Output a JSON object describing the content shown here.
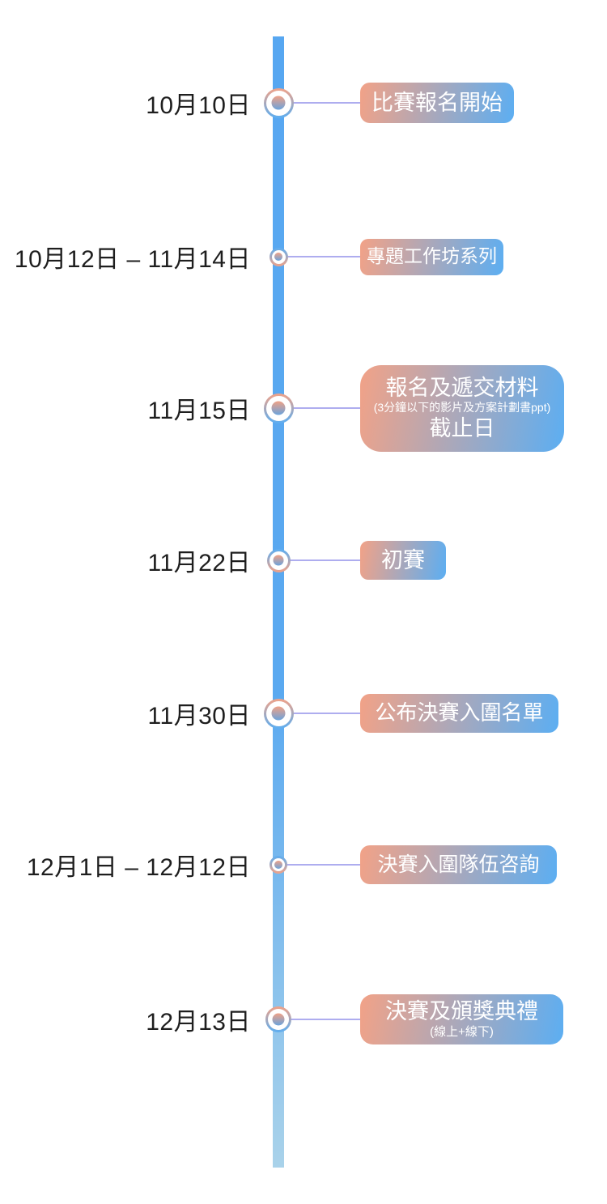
{
  "palette": {
    "axis_top": "#57a7f1",
    "axis_mid": "#5aa9f0",
    "axis_bottom": "#a9d2ea",
    "connector": "#aeadef",
    "accent_salmon": "#f2a287",
    "accent_blue": "#5caef2",
    "dot_warm": "#f0a186",
    "dot_cool": "#6ba3dc",
    "card_text": "#ffffff",
    "date_text": "#1e1e1e"
  },
  "timeline": {
    "events": [
      {
        "date": "10月10日",
        "label": "比賽報名開始",
        "node_size": "large"
      },
      {
        "date": "10月12日 – 11月14日",
        "label": "專題工作坊系列",
        "node_size": "small"
      },
      {
        "date": "11月15日",
        "label": "報名及遞交材料",
        "sublabel": "(3分鐘以下的影片及方案計劃書ppt)",
        "label2": "截止日",
        "node_size": "large"
      },
      {
        "date": "11月22日",
        "label": "初賽",
        "node_size": "medium"
      },
      {
        "date": "11月30日",
        "label": "公布決賽入圍名單",
        "node_size": "large"
      },
      {
        "date": "12月1日 – 12月12日",
        "label": "決賽入圍隊伍咨詢",
        "node_size": "small"
      },
      {
        "date": "12月13日",
        "label": "決賽及頒獎典禮",
        "sublabel": "(線上+線下)",
        "node_size": "medium"
      }
    ]
  }
}
